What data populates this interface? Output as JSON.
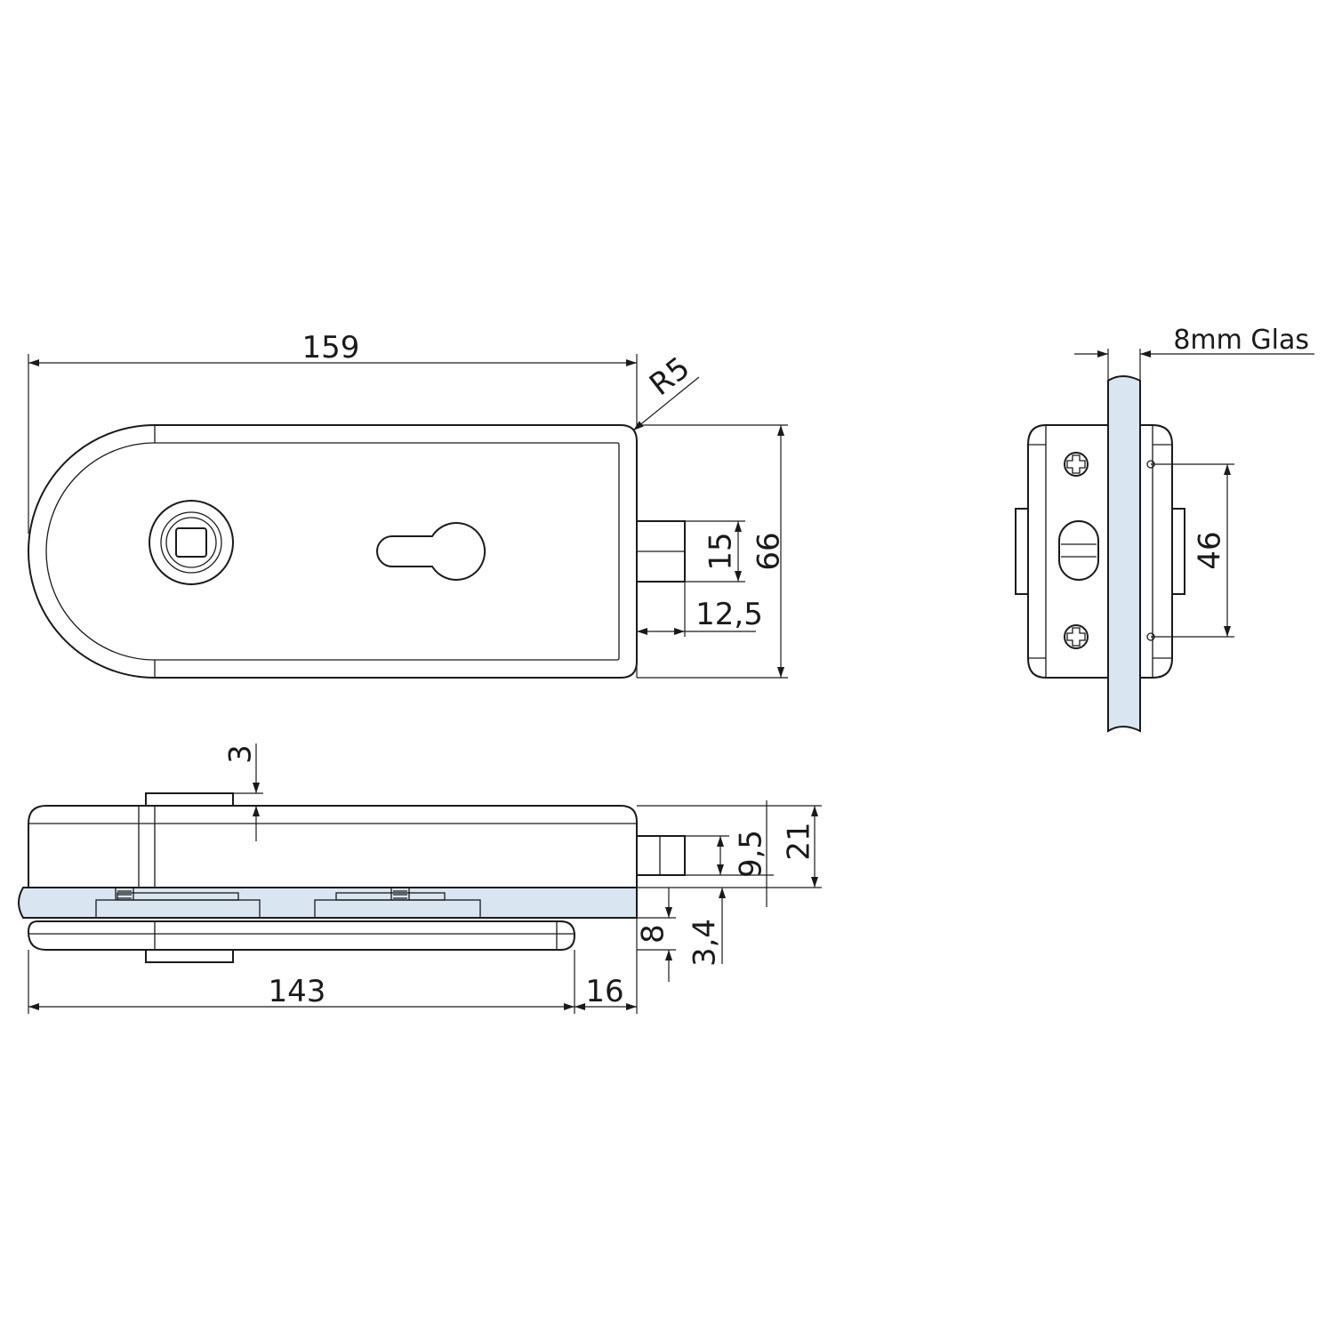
{
  "colors": {
    "line": "#1a1a1a",
    "glass": "#d9e6f2",
    "background": "#ffffff"
  },
  "front_view": {
    "overall_length": "159",
    "corner_radius": "R5",
    "height": "66",
    "bolt_height": "15",
    "bolt_projection": "12,5"
  },
  "side_view": {
    "glass_thickness_label": "8mm Glas",
    "screw_spacing": "46"
  },
  "bottom_view": {
    "top_offset": "3",
    "bolt_height": "9,5",
    "body_height": "21",
    "glass": "8",
    "lower_height": "3,4",
    "lower_length": "143",
    "lower_offset": "16"
  },
  "icons": [
    "cross-screw-icon",
    "arrowhead-icon"
  ]
}
